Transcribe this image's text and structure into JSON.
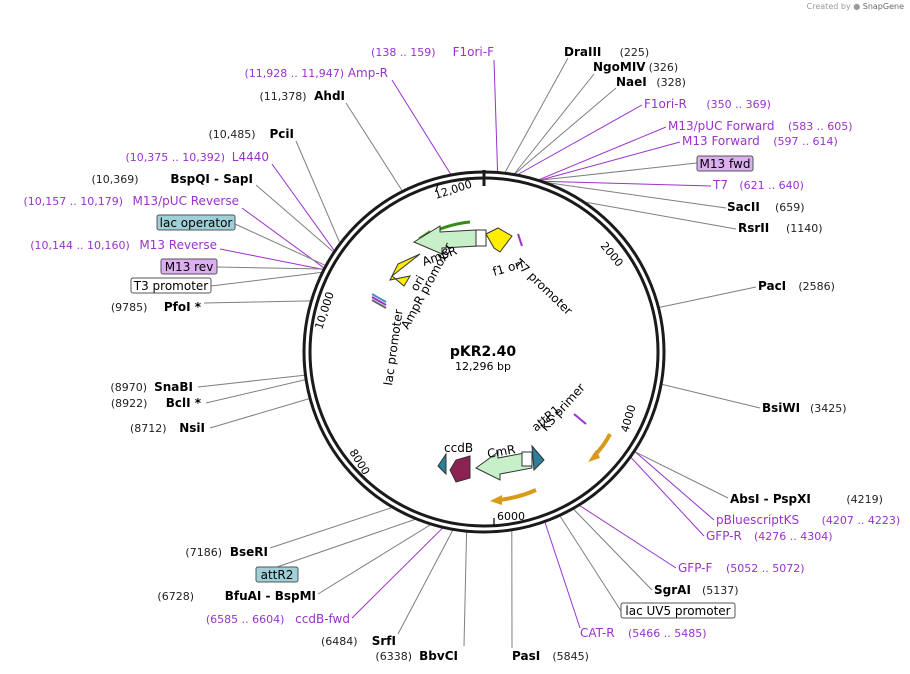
{
  "branding": {
    "prefix": "Created by",
    "name": "SnapGene"
  },
  "plasmid": {
    "name": "pKR2.40",
    "length": "12,296 bp",
    "total_bp": 12296
  },
  "colors": {
    "backbone": "#1a1a1a",
    "primer": "#9933cc",
    "enzyme_text": "#000000",
    "coord_text": "#222222",
    "leader_gray": "#7f7f7f",
    "amp": "#c8f0c8",
    "ori": "#ffee00",
    "ccdb": "#8b2252",
    "teal": "#2a7f9a",
    "primer_arrow": "#d99a1a",
    "green_arc": "#3a8a1a",
    "lac_operator_fill": "#9fd0d8",
    "m13_fill": "#dcb0f0",
    "box_white": "#ffffff"
  },
  "ticks": [
    {
      "bp": 12000,
      "label": "12,000"
    },
    {
      "bp": 2000,
      "label": "2000"
    },
    {
      "bp": 4000,
      "label": "4000"
    },
    {
      "bp": 6000,
      "label": "6000"
    },
    {
      "bp": 8000,
      "label": "8000"
    },
    {
      "bp": 10000,
      "label": "10,000"
    }
  ],
  "enzymes": [
    {
      "name": "DraIII",
      "coord": "(225)",
      "bp": 225
    },
    {
      "name": "NgoMIV",
      "coord": "(326)",
      "bp": 326
    },
    {
      "name": "NaeI",
      "coord": "(328)",
      "bp": 328
    },
    {
      "name": "SacII",
      "coord": "(659)",
      "bp": 659
    },
    {
      "name": "RsrII",
      "coord": "(1140)",
      "bp": 1140
    },
    {
      "name": "PacI",
      "coord": "(2586)",
      "bp": 2586
    },
    {
      "name": "BsiWI",
      "coord": "(3425)",
      "bp": 3425
    },
    {
      "name": "AbsI",
      "name2": "PspXI",
      "coord": "(4219)",
      "bp": 4219
    },
    {
      "name": "SgrAI",
      "coord": "(5137)",
      "bp": 5137
    },
    {
      "name": "PasI",
      "coord": "(5845)",
      "bp": 5845
    },
    {
      "name": "BbvCI",
      "coord": "(6338)",
      "bp": 6338
    },
    {
      "name": "SrfI",
      "coord": "(6484)",
      "bp": 6484
    },
    {
      "name": "BfuAI",
      "name2": "BspMI",
      "coord": "(6728)",
      "bp": 6728
    },
    {
      "name": "BseRI",
      "coord": "(7186)",
      "bp": 7186
    },
    {
      "name": "NsiI",
      "coord": "(8712)",
      "bp": 8712
    },
    {
      "name": "BclI *",
      "coord": "(8922)",
      "bp": 8922
    },
    {
      "name": "SnaBI",
      "coord": "(8970)",
      "bp": 8970
    },
    {
      "name": "PfoI *",
      "coord": "(9785)",
      "bp": 9785
    },
    {
      "name": "BspQI",
      "name2": "SapI",
      "coord": "(10,369)",
      "bp": 10369
    },
    {
      "name": "PciI",
      "coord": "(10,485)",
      "bp": 10485
    },
    {
      "name": "AhdI",
      "coord": "(11,378)",
      "bp": 11378
    }
  ],
  "primers": [
    {
      "name": "F1ori-F",
      "coord": "(138 .. 159)",
      "bp": 148
    },
    {
      "name": "Amp-R",
      "coord": "(11,928 .. 11,947)",
      "bp": 11937
    },
    {
      "name": "F1ori-R",
      "coord": "(350 .. 369)",
      "bp": 360
    },
    {
      "name": "M13/pUC Forward",
      "coord": "(583 .. 605)",
      "bp": 594
    },
    {
      "name": "M13 Forward",
      "coord": "(597 .. 614)",
      "bp": 605
    },
    {
      "name": "T7",
      "coord": "(621 .. 640)",
      "bp": 630
    },
    {
      "name": "L4440",
      "coord": "(10,375 .. 10,392)",
      "bp": 10383
    },
    {
      "name": "M13/pUC Reverse",
      "coord": "(10,157 .. 10,179)",
      "bp": 10168
    },
    {
      "name": "M13 Reverse",
      "coord": "(10,144 .. 10,160)",
      "bp": 10152
    },
    {
      "name": "pBluescriptKS",
      "coord": "(4207 .. 4223)",
      "bp": 4215
    },
    {
      "name": "GFP-R",
      "coord": "(4276 .. 4304)",
      "bp": 4290
    },
    {
      "name": "GFP-F",
      "coord": "(5052 .. 5072)",
      "bp": 5062
    },
    {
      "name": "CAT-R",
      "coord": "(5466 .. 5485)",
      "bp": 5475
    },
    {
      "name": "ccdB-fwd",
      "coord": "(6585 .. 6604)",
      "bp": 6594
    }
  ],
  "boxed_labels": [
    {
      "name": "M13 fwd",
      "style": "m13"
    },
    {
      "name": "lac operator",
      "style": "lac"
    },
    {
      "name": "M13 rev",
      "style": "m13"
    },
    {
      "name": "T3 promoter",
      "style": "white"
    },
    {
      "name": "attR2",
      "style": "lac"
    },
    {
      "name": "lac UV5 promoter",
      "style": "white"
    }
  ],
  "features": [
    {
      "name": "AmpR",
      "type": "cds"
    },
    {
      "name": "AmpR promoter",
      "type": "promoter"
    },
    {
      "name": "ori",
      "type": "rep_origin"
    },
    {
      "name": "f1 ori",
      "type": "rep_origin"
    },
    {
      "name": "T7 promoter",
      "type": "promoter"
    },
    {
      "name": "lac promoter",
      "type": "promoter"
    },
    {
      "name": "ccdB",
      "type": "cds"
    },
    {
      "name": "CmR",
      "type": "cds"
    },
    {
      "name": "attR1",
      "type": "misc"
    },
    {
      "name": "KS primer",
      "type": "primer_bind"
    }
  ]
}
